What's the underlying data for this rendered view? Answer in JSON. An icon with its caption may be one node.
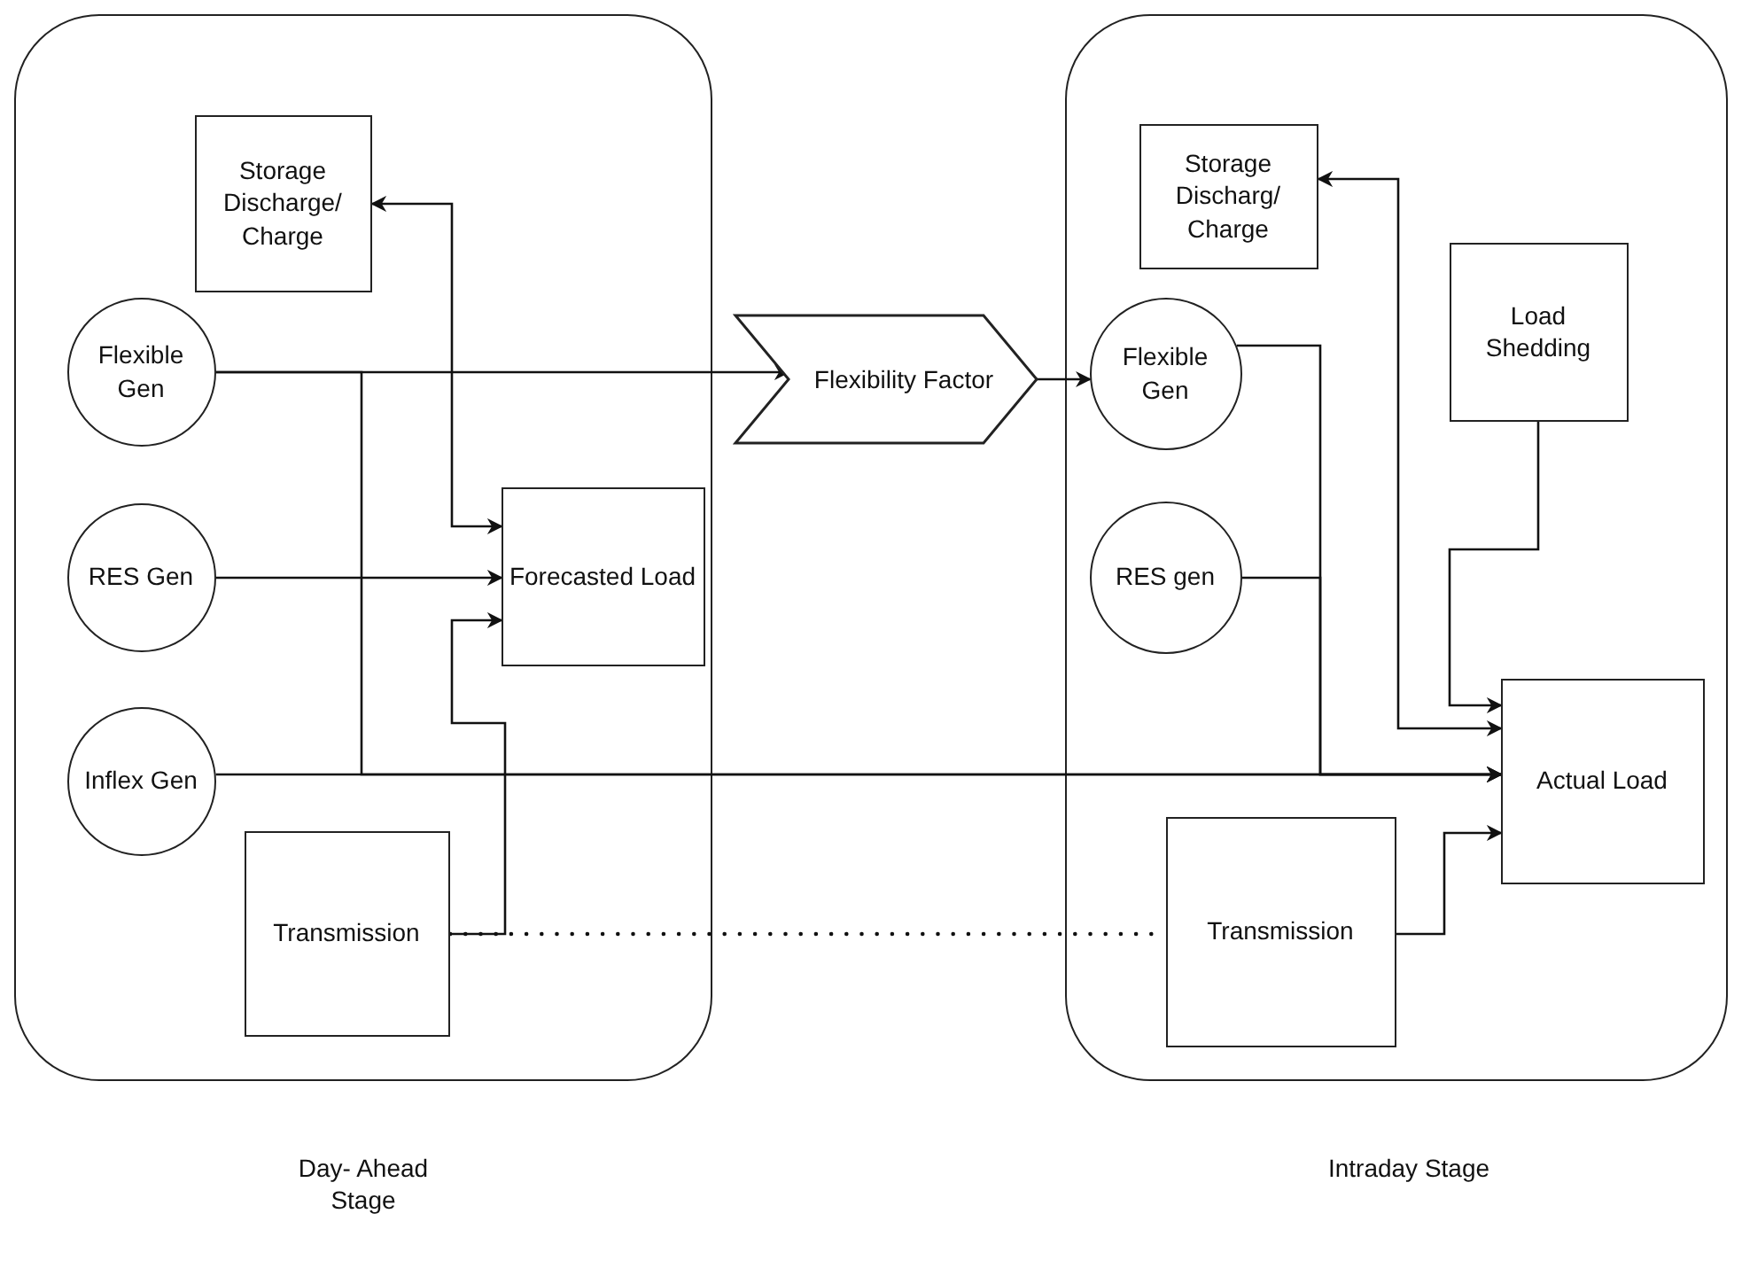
{
  "diagram": {
    "nodes": [
      {
        "text": [
          "Day- Ahead Stage"
        ]
      },
      {
        "text": [
          "Storage Discharge/ Charge"
        ],
        "in": 0
      },
      {
        "text": [
          "Flexible Gen"
        ],
        "in": 0
      },
      {
        "text": [
          "RES Gen"
        ],
        "in": 0
      },
      {
        "text": [
          "Forecasted Load"
        ],
        "in": 0
      },
      {
        "text": [
          "Inflex Gen"
        ],
        "in": 0
      },
      {
        "text": [
          "Transmission"
        ],
        "in": 0
      },
      {
        "text": [
          "Flexibility Factor"
        ]
      },
      {
        "text": [
          "Intraday Stage"
        ]
      },
      {
        "text": [
          "Storage Discharg/ Charge"
        ],
        "in": 8
      },
      {
        "text": [
          "Flexible Gen"
        ],
        "in": 8
      },
      {
        "text": [
          "Load Shedding"
        ],
        "in": 8
      },
      {
        "text": [
          "RES gen"
        ],
        "in": 8
      },
      {
        "text": [
          "Actual Load"
        ],
        "in": 8
      },
      {
        "text": [
          "Transmission"
        ],
        "in": 8
      }
    ],
    "edges": [
      {
        "from": 1,
        "to": 4,
        "arrow": "both"
      },
      {
        "from": 2,
        "to": 7,
        "arrow": "to"
      },
      {
        "from": 2,
        "to": 13,
        "arrow": "to"
      },
      {
        "from": 3,
        "to": 4,
        "arrow": "to"
      },
      {
        "from": 5,
        "to": 13,
        "arrow": "to"
      },
      {
        "from": 6,
        "to": 4,
        "arrow": "to"
      },
      {
        "from": 6,
        "to": 14,
        "arrow": "none",
        "style": "dashed"
      },
      {
        "from": 7,
        "to": 10,
        "arrow": "to"
      },
      {
        "from": 10,
        "to": 13,
        "arrow": "to"
      },
      {
        "from": 12,
        "to": 13,
        "arrow": "to"
      },
      {
        "from": 11,
        "to": 13,
        "arrow": "to"
      },
      {
        "from": 9,
        "to": 13,
        "arrow": "both"
      },
      {
        "from": 14,
        "to": 13,
        "arrow": "to"
      }
    ]
  }
}
